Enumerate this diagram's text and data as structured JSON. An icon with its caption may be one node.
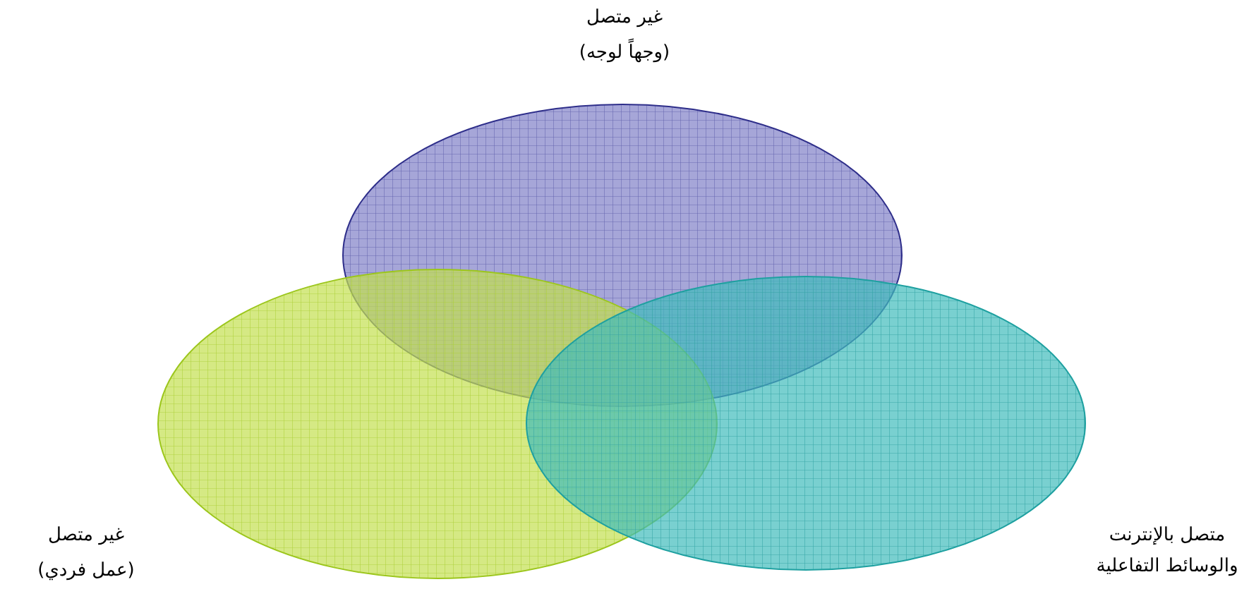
{
  "diagram": {
    "nodes": [
      {
        "text": [],
        "shape": "ellipse"
      },
      {
        "text": [],
        "shape": "ellipse"
      },
      {
        "text": [],
        "shape": "ellipse"
      }
    ],
    "edges": [],
    "labels": [
      "غير متصل",
      "(وجهاً لوجه)",
      "غير متصل",
      "(عمل فردي)",
      "متصل بالإنترنت والوسائط التفاعلية"
    ]
  }
}
